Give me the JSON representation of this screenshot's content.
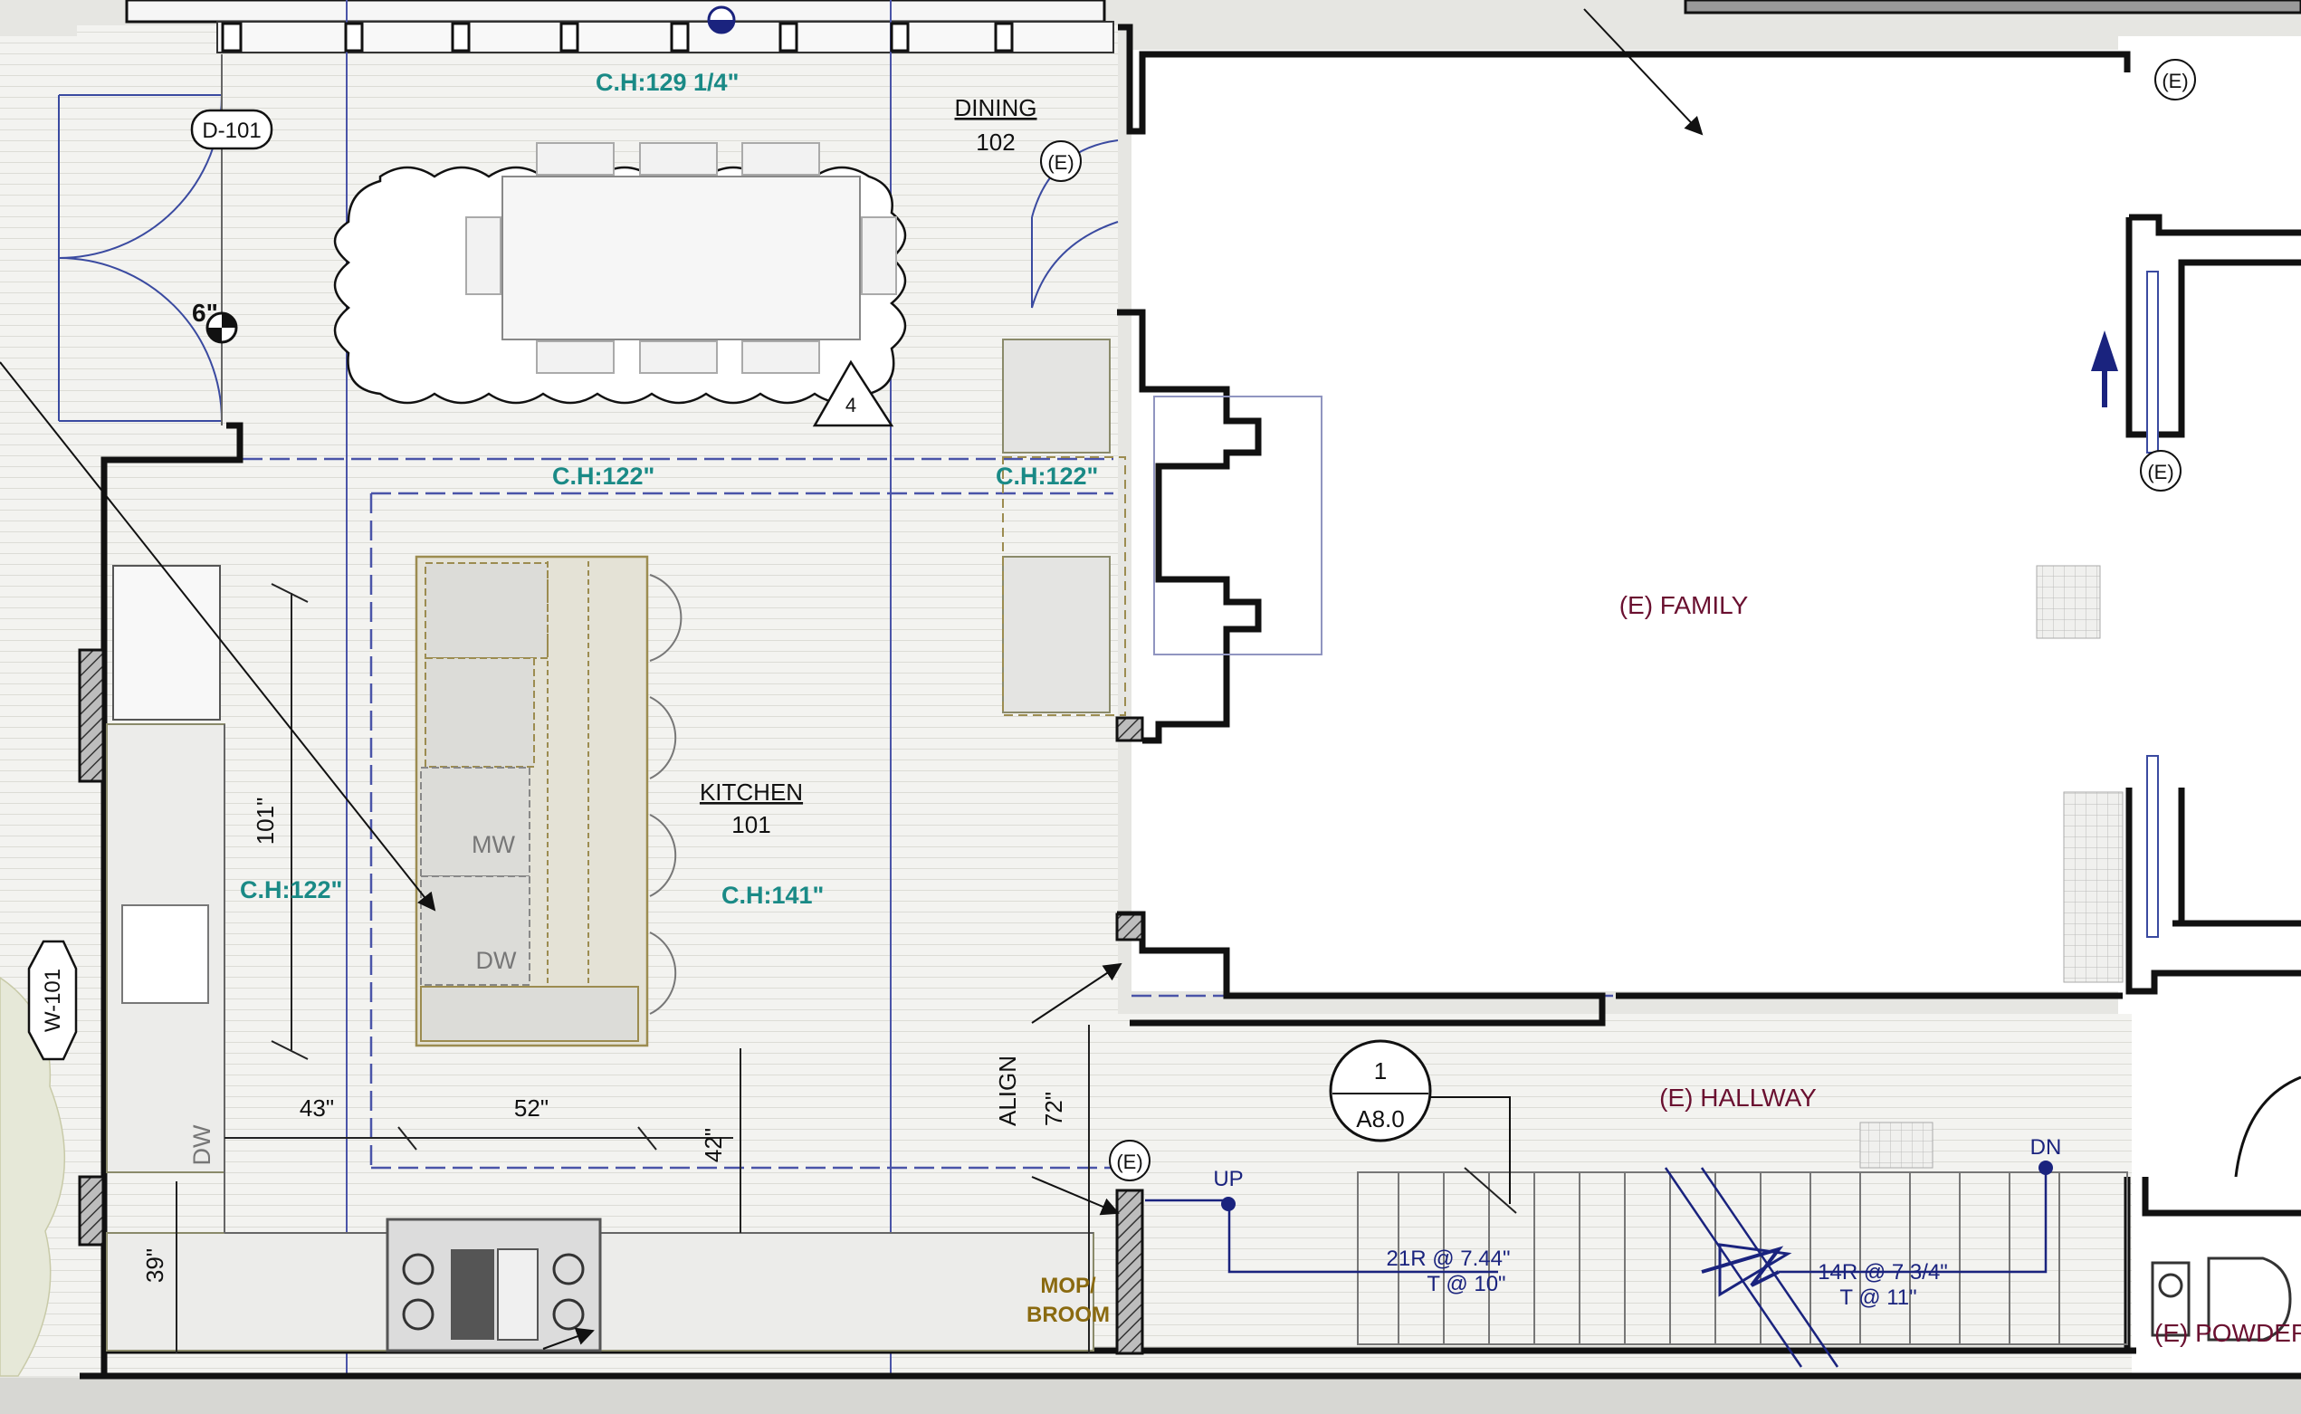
{
  "plan": {
    "ceiling_heights": {
      "dining": "C.H:129 1/4\"",
      "upper_left": "C.H:122\"",
      "upper_right": "C.H:122\"",
      "kitchen_left": "C.H:122\"",
      "kitchen_center": "C.H:141\""
    },
    "rooms": {
      "dining_name": "DINING",
      "dining_number": "102",
      "kitchen_name": "KITCHEN",
      "kitchen_number": "101",
      "family": "(E) FAMILY",
      "hallway": "(E) HALLWAY",
      "powder": "(E) POWDER"
    },
    "tags": {
      "door": "D-101",
      "window": "W-101",
      "revision": "4",
      "existing": "(E)",
      "section_number": "1",
      "section_sheet": "A8.0"
    },
    "appliances": {
      "microwave": "MW",
      "dishwasher_island": "DW",
      "dishwasher_counter": "DW",
      "mop_line1": "MOP/",
      "mop_line2": "BROOM"
    },
    "dimensions": {
      "island_depth": "101\"",
      "dim_43": "43\"",
      "dim_52": "52\"",
      "dim_42": "42\"",
      "dim_39": "39\"",
      "dim_72": "72\"",
      "dim_6": "6\"",
      "align": "ALIGN"
    },
    "stairs": {
      "up": "UP",
      "down": "DN",
      "run1_line1": "21R @ 7.44\"",
      "run1_line2": "T @ 10\"",
      "run2_line1": "14R @ 7 3/4\"",
      "run2_line2": "T @ 11\""
    },
    "colors": {
      "wall": "#111111",
      "grid": "#4a54a8",
      "ceiling_label": "#1a8a86",
      "existing_label": "#6a1030",
      "stair_annotation": "#1a237e",
      "millwork": "#9c8c50"
    }
  }
}
